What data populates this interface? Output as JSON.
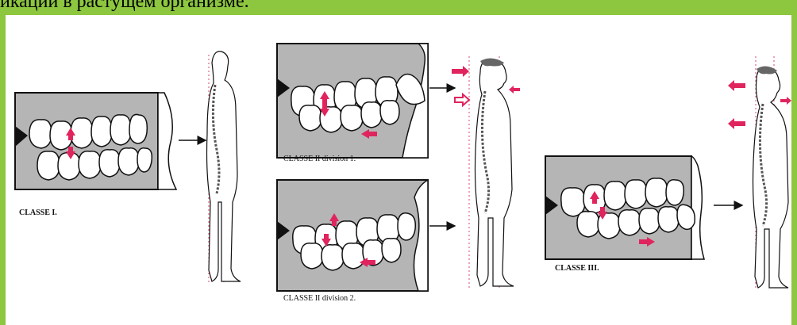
{
  "header": {
    "text": "икации в растущем организме."
  },
  "figure": {
    "captions": {
      "class1": "CLASSE I.",
      "class2div1": "CLASSE II division 1.",
      "class2div2": "CLASSE II division 2.",
      "class3": "CLASSE III."
    },
    "colors": {
      "background_frame": "#8dc63f",
      "mouth_gray": "#b5b5b5",
      "arrow_pink": "#e0245e",
      "dotted_line": "#d9486a"
    }
  }
}
